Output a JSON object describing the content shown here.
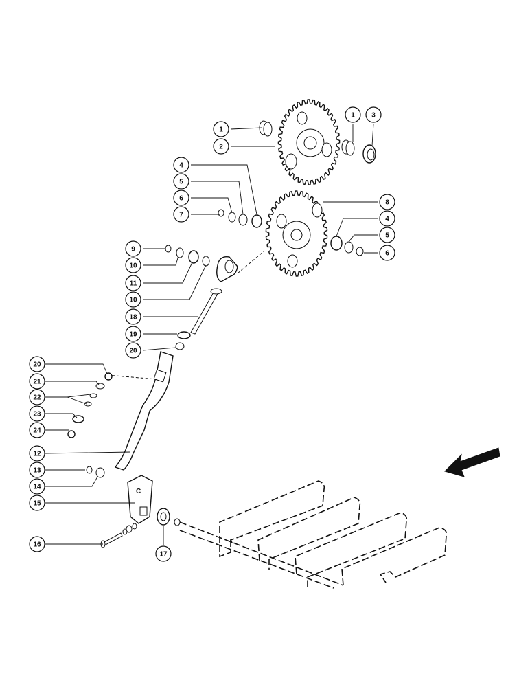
{
  "callouts": [
    {
      "id": "c1a",
      "label": "1"
    },
    {
      "id": "c2",
      "label": "2"
    },
    {
      "id": "c1b",
      "label": "1"
    },
    {
      "id": "c3",
      "label": "3"
    },
    {
      "id": "c4a",
      "label": "4"
    },
    {
      "id": "c5a",
      "label": "5"
    },
    {
      "id": "c6a",
      "label": "6"
    },
    {
      "id": "c7",
      "label": "7"
    },
    {
      "id": "c8",
      "label": "8"
    },
    {
      "id": "c4b",
      "label": "4"
    },
    {
      "id": "c5b",
      "label": "5"
    },
    {
      "id": "c6b",
      "label": "6"
    },
    {
      "id": "c9",
      "label": "9"
    },
    {
      "id": "c10a",
      "label": "10"
    },
    {
      "id": "c11",
      "label": "11"
    },
    {
      "id": "c10b",
      "label": "10"
    },
    {
      "id": "c18",
      "label": "18"
    },
    {
      "id": "c19",
      "label": "19"
    },
    {
      "id": "c20a",
      "label": "20"
    },
    {
      "id": "c20b",
      "label": "20"
    },
    {
      "id": "c21",
      "label": "21"
    },
    {
      "id": "c22",
      "label": "22"
    },
    {
      "id": "c23",
      "label": "23"
    },
    {
      "id": "c24",
      "label": "24"
    },
    {
      "id": "c12",
      "label": "12"
    },
    {
      "id": "c13",
      "label": "13"
    },
    {
      "id": "c14",
      "label": "14"
    },
    {
      "id": "c15",
      "label": "15"
    },
    {
      "id": "c16",
      "label": "16"
    },
    {
      "id": "c17",
      "label": "17"
    }
  ],
  "bracket_letter": "C"
}
